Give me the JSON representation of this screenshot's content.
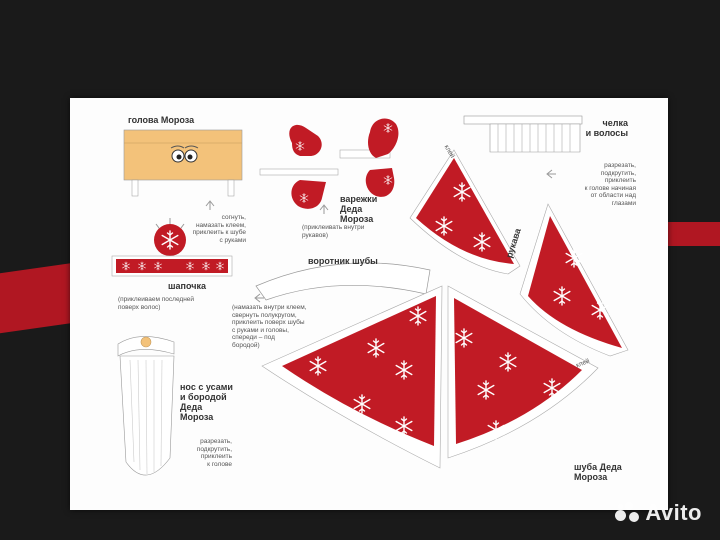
{
  "sheet": {
    "labels": {
      "head": "голова Мороза",
      "cap": "шапочка",
      "mittens": "варежки\nДеда\nМороза",
      "bangs": "челка\nи волосы",
      "collar": "воротник шубы",
      "sleeves": "рукава",
      "nose": "нос с усами\nи бородой\nДеда\nМороза",
      "coat": "шуба Деда\nМороза"
    },
    "notes": {
      "head": "согнуть,\nнамазать клеем,\nприклеить к шубе\nс руками",
      "cap": "(приклеиваем последней\nповерх волос)",
      "mittens": "(приклеивать внутри\nрукавов)",
      "bangs": "разрезать,\nподкрутить,\nприклеить\nк голове начиная\nот области над\nглазами",
      "collar": "(намазать внутри клеем,\nсвернуть полукругом,\nприклеить поверх шубы\nс руками и головы,\nспереди – под\nбородой)",
      "nose": "разрезать,\nподкрутить,\nприклеить\nк голове"
    },
    "glue_tabs": [
      "клей",
      "клей"
    ]
  },
  "watermark": "Avito",
  "colors": {
    "red": "#c11b25",
    "paper": "#fdfdfd",
    "tan": "#f3c27a"
  }
}
